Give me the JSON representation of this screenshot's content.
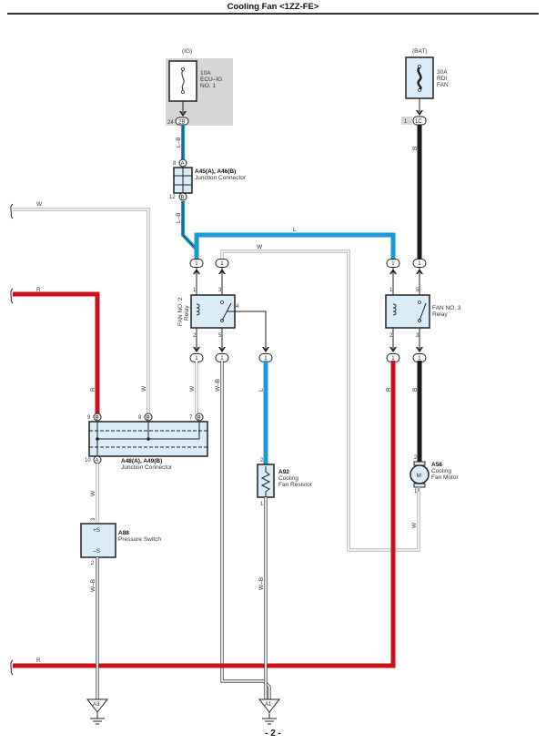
{
  "header": {
    "title": "Cooling Fan <1ZZ-FE>"
  },
  "footer": {
    "page_number": "- 2 -"
  },
  "colors": {
    "L": "#1a9ad6",
    "L-B": "#1a9ad6",
    "R": "#c8101e",
    "B": "#1a1a1a",
    "W": "#c8c8c8",
    "W-B": "#555555",
    "component_fill": "#d9ecf8",
    "fuse_panel_bg": "#d6d6d6"
  },
  "power_sources": [
    {
      "id": "ig",
      "label": "(IG)",
      "fuse_rating": "10A",
      "fuse_name_1": "ECU–IG",
      "fuse_name_2": "NO. 1",
      "pin": "24",
      "connector": "2B"
    },
    {
      "id": "bat",
      "label": "(BAT)",
      "fuse_rating": "30A",
      "fuse_name_1": "RDI",
      "fuse_name_2": "FAN",
      "pin": "1",
      "connector": "1C"
    }
  ],
  "components": {
    "jc_a45": {
      "code": "A45(A), A46(B)",
      "name": "Junction Connector",
      "pin_top": "8",
      "conn_top": "A",
      "pin_bottom": "12",
      "conn_bottom": "B"
    },
    "relay2": {
      "name_1": "FAN NO. 2",
      "name_2": "Relay",
      "pins": [
        "1",
        "3",
        "4",
        "2",
        "5"
      ]
    },
    "relay3": {
      "name_1": "FAN NO. 3",
      "name_2": "Relay",
      "pins": [
        "1",
        "5",
        "2",
        "3"
      ]
    },
    "jc_a48": {
      "code": "A48(A), A49(B)",
      "name": "Junction Connector",
      "pins": [
        "9",
        "8",
        "7",
        "10"
      ],
      "conns": [
        "B",
        "B",
        "B",
        "A"
      ]
    },
    "a88": {
      "code": "A88",
      "name": "Pressure Switch",
      "plus": "+S",
      "minus": "–S",
      "pin_top": "3",
      "pin_bottom": "2"
    },
    "a92": {
      "code": "A92",
      "name_1": "Cooling",
      "name_2": "Fan Resistor",
      "pin_top": "2",
      "pin_bottom": "1"
    },
    "a58": {
      "code": "A58",
      "name_1": "Cooling",
      "name_2": "Fan Motor",
      "motor_symbol": "M",
      "pin_top": "2",
      "pin_bottom": "1"
    }
  },
  "inline_connector_label": "1",
  "wire_labels": {
    "w_top_left": "W",
    "r_left": "R",
    "lb_upper": "L–B",
    "lb_lower": "L–B",
    "l_top": "L",
    "w_top": "W",
    "b_bat": "B",
    "r_vertical": "R",
    "w_vertical_8": "W",
    "w_vertical_7": "W",
    "wb_relay5": "W–B",
    "l_resistor": "L",
    "r_relay3": "R",
    "b_relay3": "B",
    "w_a88": "W",
    "wb_a88": "W–B",
    "wb_a92": "W–B",
    "w_motor": "W",
    "r_bottom": "R"
  },
  "grounds": [
    {
      "id": "A3"
    },
    {
      "id": "A1"
    }
  ]
}
